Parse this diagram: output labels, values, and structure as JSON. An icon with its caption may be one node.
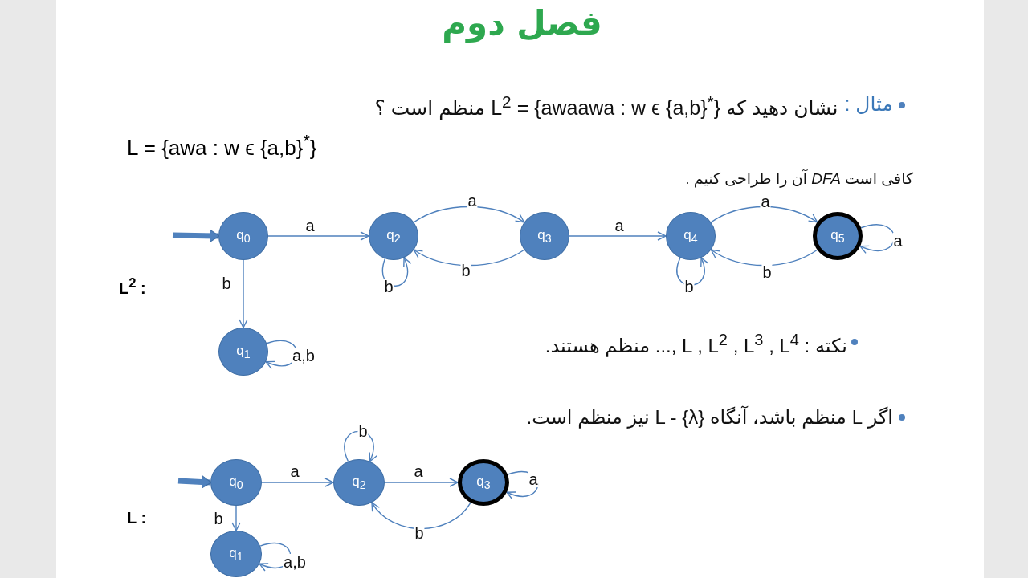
{
  "diagram": {
    "title": "فصل دوم",
    "nodes": [
      {
        "text": [
          "q$_{0}$"
        ]
      },
      {
        "text": [
          "q$_{2}$"
        ]
      },
      {
        "text": [
          "q$_{3}$"
        ]
      },
      {
        "text": [
          "q$_{4}$"
        ]
      },
      {
        "text": [
          "q$_{5}$"
        ]
      },
      {
        "text": [
          "q$_{1}$"
        ]
      },
      {
        "text": [
          "q$_{0}$"
        ]
      },
      {
        "text": [
          "q$_{2}$"
        ]
      },
      {
        "text": [
          "q$_{3}$"
        ]
      },
      {
        "text": [
          "q$_{1}$"
        ]
      }
    ],
    "edges": [
      {
        "from": null,
        "to": 0,
        "arrow": "to",
        "style": "thick"
      },
      {
        "from": 0,
        "to": 1,
        "arrow": "to",
        "label": "a"
      },
      {
        "from": 1,
        "to": 2,
        "arrow": "to",
        "label": "a"
      },
      {
        "from": 2,
        "to": 1,
        "arrow": "to",
        "label": "b"
      },
      {
        "from": 1,
        "to": 1,
        "arrow": "to",
        "label": "b"
      },
      {
        "from": 2,
        "to": 3,
        "arrow": "to",
        "label": "a"
      },
      {
        "from": 3,
        "to": 4,
        "arrow": "to",
        "label": "a"
      },
      {
        "from": 4,
        "to": 3,
        "arrow": "to",
        "label": "b"
      },
      {
        "from": 3,
        "to": 3,
        "arrow": "to",
        "label": "b"
      },
      {
        "from": 4,
        "to": 4,
        "arrow": "to",
        "label": "a"
      },
      {
        "from": 0,
        "to": 5,
        "arrow": "to",
        "label": "b"
      },
      {
        "from": 5,
        "to": 5,
        "arrow": "to",
        "label": "a,b"
      },
      {
        "from": null,
        "to": 6,
        "arrow": "to",
        "style": "thick"
      },
      {
        "from": 6,
        "to": 7,
        "arrow": "to",
        "label": "a"
      },
      {
        "from": 7,
        "to": 7,
        "arrow": "to",
        "label": "b"
      },
      {
        "from": 7,
        "to": 8,
        "arrow": "to",
        "label": "a"
      },
      {
        "from": 8,
        "to": 7,
        "arrow": "to",
        "label": "b"
      },
      {
        "from": 8,
        "to": 8,
        "arrow": "to",
        "label": "a"
      },
      {
        "from": 6,
        "to": 9,
        "arrow": "to",
        "label": "b"
      },
      {
        "from": 9,
        "to": 9,
        "arrow": "to",
        "label": "a,b"
      }
    ],
    "labels": [
      "مثال :",
      "نشان دهید که L$^{2}$ = {awaawa : w ϵ {a,b}$^{*}$} منظم است ؟",
      "L = {awa : w ϵ {a,b}$^{*}$}",
      "کافی است *DFA* آن را طراحی کنیم .",
      "L$^{2}$ :",
      "نکته : L , L$^{2}$ , L$^{3}$ , L$^{4}$ ,... منظم هستند.",
      "اگر L منظم باشد، آنگاه L - {λ} نیز منظم است.",
      "L :"
    ]
  }
}
